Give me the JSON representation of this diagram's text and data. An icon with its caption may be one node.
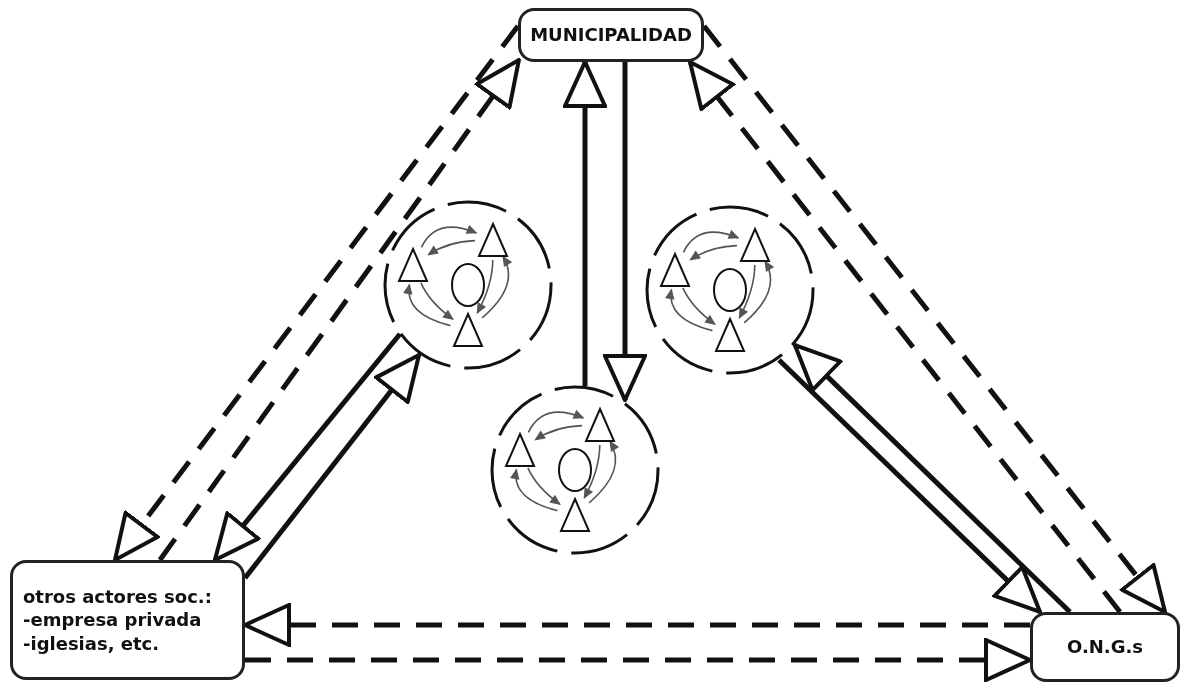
{
  "diagram": {
    "nodes": [
      {
        "text": [
          "MUNICIPALIDAD"
        ]
      },
      {
        "text": [],
        "shape": "circle"
      },
      {
        "text": [],
        "shape": "triangle",
        "in": 1
      },
      {
        "text": [],
        "shape": "triangle",
        "in": 1
      },
      {
        "text": [],
        "shape": "circle",
        "in": 1
      },
      {
        "text": [],
        "shape": "triangle",
        "in": 1
      },
      {
        "text": [],
        "shape": "circle"
      },
      {
        "text": [],
        "shape": "triangle",
        "in": 6
      },
      {
        "text": [],
        "shape": "triangle",
        "in": 6
      },
      {
        "text": [],
        "shape": "circle",
        "in": 6
      },
      {
        "text": [],
        "shape": "triangle",
        "in": 6
      },
      {
        "text": [],
        "shape": "circle"
      },
      {
        "text": [],
        "shape": "triangle",
        "in": 11
      },
      {
        "text": [],
        "shape": "triangle",
        "in": 11
      },
      {
        "text": [],
        "shape": "circle",
        "in": 11
      },
      {
        "text": [],
        "shape": "triangle",
        "in": 11
      },
      {
        "text": [
          "otros actores soc.:",
          "-empresa privada",
          "-iglesias, etc."
        ]
      },
      {
        "text": [
          "O.N.G.s"
        ]
      }
    ],
    "edges": [
      {
        "from": 16,
        "to": 0,
        "arrow": "to",
        "style": "dashed"
      },
      {
        "from": 0,
        "to": 16,
        "arrow": "to",
        "style": "dashed"
      },
      {
        "from": 17,
        "to": 0,
        "arrow": "to",
        "style": "dashed"
      },
      {
        "from": 0,
        "to": 17,
        "arrow": "to",
        "style": "dashed"
      },
      {
        "from": 11,
        "to": 0,
        "arrow": "to",
        "style": "thick"
      },
      {
        "from": 0,
        "to": 11,
        "arrow": "to",
        "style": "thick"
      },
      {
        "from": 1,
        "to": 16,
        "arrow": "to",
        "style": "thick"
      },
      {
        "from": 16,
        "to": 1,
        "arrow": "to",
        "style": "thick"
      },
      {
        "from": 17,
        "to": 6,
        "arrow": "to",
        "style": "thick"
      },
      {
        "from": 6,
        "to": 17,
        "arrow": "to",
        "style": "thick"
      },
      {
        "from": 17,
        "to": 16,
        "arrow": "to",
        "style": "dashed"
      },
      {
        "from": 16,
        "to": 17,
        "arrow": "to",
        "style": "dashed"
      },
      {
        "from": 2,
        "to": 3,
        "arrow": "to"
      },
      {
        "from": 3,
        "to": 2,
        "arrow": "to"
      },
      {
        "from": 3,
        "to": 5,
        "arrow": "to"
      },
      {
        "from": 5,
        "to": 3,
        "arrow": "to"
      },
      {
        "from": 2,
        "to": 5,
        "arrow": "to"
      },
      {
        "from": 5,
        "to": 2,
        "arrow": "to"
      },
      {
        "from": 7,
        "to": 8,
        "arrow": "to"
      },
      {
        "from": 8,
        "to": 7,
        "arrow": "to"
      },
      {
        "from": 8,
        "to": 10,
        "arrow": "to"
      },
      {
        "from": 10,
        "to": 8,
        "arrow": "to"
      },
      {
        "from": 7,
        "to": 10,
        "arrow": "to"
      },
      {
        "from": 10,
        "to": 7,
        "arrow": "to"
      },
      {
        "from": 12,
        "to": 13,
        "arrow": "to"
      },
      {
        "from": 13,
        "to": 12,
        "arrow": "to"
      },
      {
        "from": 13,
        "to": 15,
        "arrow": "to"
      },
      {
        "from": 15,
        "to": 13,
        "arrow": "to"
      },
      {
        "from": 12,
        "to": 15,
        "arrow": "to"
      },
      {
        "from": 15,
        "to": 12,
        "arrow": "to"
      }
    ]
  }
}
